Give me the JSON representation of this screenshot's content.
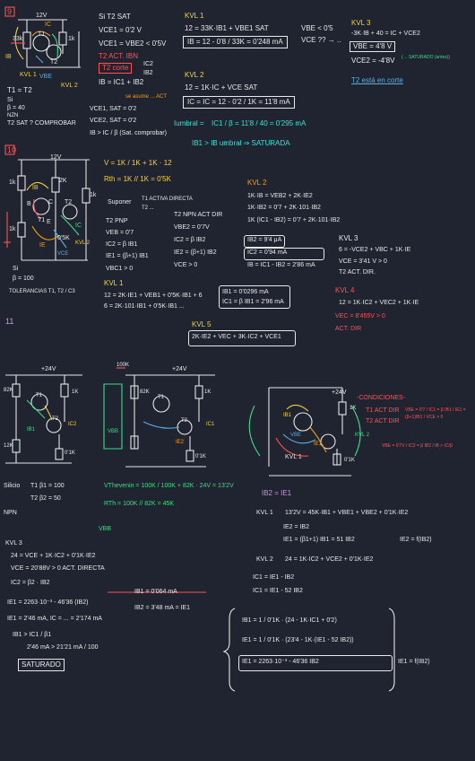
{
  "colors": {
    "background": "#1f2430",
    "white": "#e9e9e9",
    "yellow": "#f4d03f",
    "orange": "#f39c12",
    "red": "#ff5252",
    "green": "#3ddc84",
    "cyan": "#2ee6d6",
    "blue": "#5dade2",
    "purple": "#c39bd3"
  },
  "p9": {
    "number": "9",
    "circuit": {
      "vcc": "12V",
      "r_b": "33k",
      "r_c": "1k",
      "t1": "T1",
      "t2": "T2",
      "ib": "IB",
      "ic": "IC",
      "kvl1": "KVL 1",
      "kvl2": "KVL 2",
      "vbe": "VBE"
    },
    "given": {
      "t1_eq_t2": "T1 = T2",
      "si": "Si",
      "beta": "β = 40",
      "nzn": "NZN",
      "question": "T2 SAT ? COMPROBAR"
    },
    "assume": {
      "title": "Si T2 SAT",
      "vce1": "VCE1 = 0'2 V",
      "vce_rel": "VCE1 = VBE2 < 0'5V",
      "t2_act": "T2 ACT. IBN",
      "t2_corte": "T2 corte",
      "ic2": "IC2",
      "ib2": "IB2",
      "sum": "IB = IC1 + IB2"
    },
    "kvl1": {
      "title": "KVL 1",
      "eq": "12 = 33K·IB1 + VBE1 SAT",
      "fraction_line": "IB = 12 - 0'8 / 33K = 0'248 mA"
    },
    "sat_conditions": {
      "vce1": "VCE1, SAT = 0'2",
      "vce2": "VCE2, SAT = 0'2",
      "ib_cond": "IB > IC / β (Sat. comprobar)",
      "note": "se asume ... ACT"
    },
    "kvl2": {
      "title": "KVL 2",
      "eq": "12 = 1K·IC + VCE SAT",
      "result": "IC = IC = 12 - 0'2 / 1K = 11'8 mA"
    },
    "check": {
      "label": "Iumbral =",
      "value": "IC1 / β = 11'8 / 40 = 0'295 mA",
      "conclusion": "IB1 > IB umbral ⇒ SATURADA"
    },
    "right": {
      "vbe_cond": "VBE < 0'5",
      "vce_cond": "VCE ?? → ..",
      "kvl3": "KVL 3",
      "kvl3_eq": "-3K·IB + 40 = IC + VCE2",
      "vbe_val": "VBE = 4'8 V",
      "vce_result": "VCE2 = -4'8V",
      "vce_note": "(→ SATURADO (antes))",
      "conclusion": "T2 está en corte"
    }
  },
  "p10": {
    "number": "10",
    "circuit": {
      "vcc": "12V",
      "r1": "1k",
      "r2": "2K",
      "r3": "1k",
      "r4": "0'5K",
      "r5": "1k",
      "t1": "T1",
      "t2": "T2",
      "ib": "IB",
      "ic": "IC",
      "ie": "IE",
      "b": "B",
      "c": "C",
      "e": "E",
      "vce": "VCE",
      "kvl_label": "KVL 2"
    },
    "given": {
      "si": "Si",
      "beta": "β = 100",
      "question": "TOLERANCIAS  T1, T2 / C3"
    },
    "thevenin": {
      "vth": "V = 1K / 1K + 1K · 12",
      "rth": "Rth = 1K // 1K = 0'5K"
    },
    "assume": {
      "title": "Suponer",
      "t1": "T1 ACTIVA DIRECTA",
      "t2": "T2 ..."
    },
    "t2_pnp": {
      "title": "T2 PNP",
      "veb": "VEB = 0'7",
      "ic": "IC2 = β IB1",
      "ie": "IE1 = (β+1) IB1",
      "vbc": "VBC1 > 0"
    },
    "t2_conditions": {
      "title": "T2 NPN  ACT DIR",
      "vbe": "VBE2 = 0'7V",
      "ic": "IC2 = β IB2",
      "ie": "IE2 = (β+1) IB2",
      "vce": "VCE > 0"
    },
    "kvl1": {
      "title": "KVL 1",
      "eq1": "12 = 2K·IE1 + VEB1 + 0'5K·IB1 + 6",
      "eq2": "6 = 2K·101·IB1 + 0'5K·IB1 ..."
    },
    "results1": {
      "ib1": "IB1 = 0'0296 mA",
      "ic1": "IC1 = β IB1 = 2'96 mA"
    },
    "kvl2": {
      "title": "KVL 2",
      "eq1": "1K·IB = VEB2 + 2K·IE2",
      "eq2": "1K·IB2 = 0'7 + 2K·101·IB2",
      "eq3": "1K (IC1 - IB2) = 0'7 + 2K·101·IB2"
    },
    "results2": {
      "ib2": "IB2 = 9'4 μA",
      "ic2": "IC2 = 0'94 mA",
      "ib": "IB = IC1 - IB2 = 2'86 mA"
    },
    "kvl3": {
      "title": "KVL 3",
      "eq": "6 = -VCE2 + VBC + 1K·IE",
      "vce": "VCE = 3'41 V > 0",
      "conclusion": "T2 ACT. DIR."
    },
    "kvl4": {
      "title": "KVL 4",
      "eq": "12 = 1K·IC2 + VEC2 + 1K·IE",
      "vec": "VEC = 8'455V > 0",
      "conclusion": "ACT. DIR"
    },
    "kvl5": {
      "title": "KVL 5",
      "eq": "2K·IE2 + VEC + 3K·IC2 + VCE1"
    }
  },
  "p11": {
    "number": "11",
    "circuit": {
      "vcc": "+24V",
      "r1": "82K",
      "r2": "1K",
      "r3": "12K",
      "r4": "0'1K",
      "r5": "100K",
      "r6": "0'1K",
      "t1": "T1",
      "t2": "T2",
      "vbb": "VBB",
      "ic1": "IC1",
      "ic2": "IC2",
      "ib1": "IB1",
      "ib2": "IB2",
      "ie1": "IE1",
      "ie2": "IE2",
      "kvl1": "KVL 1",
      "kvl2": "KVL 2",
      "vbe": "VBE"
    },
    "given": {
      "si": "Silicio",
      "t1": "T1 β1 = 100",
      "t2": "T2 β2 = 50",
      "npn": "NPN"
    },
    "thevenin": {
      "vth": "VThevenin = 100K / 100K + 82K · 24V = 13'2V",
      "rth": "RTh = 100K // 82K = 45K",
      "vbb": "VBB"
    },
    "conditions": {
      "header": "-CONDICIONES-",
      "t1": "T1 ACT DIR",
      "t2": "T2 ACT DIR",
      "t1_list": "VBE = 0'7 / IC1 = β IB1 / IE1 = (β+1)IB1 / VCE > 0",
      "t2_list": "VBE = 0'7V / IC2 = β IB2 / IB > IC/β"
    },
    "relation": "IB2 = IE1",
    "kvl1": {
      "title": "KVL 1",
      "eq1": "13'2V = 45K·IB1 + VBE1 + VBE2 + 0'1K·IE2",
      "eq2": "IE2 = IB2",
      "eq3": "IE1 = (β1+1) IB1 = 51 IB2",
      "func": "IE2 = f(IB2)"
    },
    "kvl2": {
      "title": "KVL 2",
      "eq": "24 = 1K·IC2 + VCE2 + 0'1K·IE2",
      "ic1": "IC1 = IE1 - IB2",
      "ic2": "IC1 = IE1 - 52 IB2"
    },
    "matrix": {
      "rows": [
        "IB1 = 1 / 0'1K · (24 - 1K·IC1 + 0'2)",
        "IE1 = 1 / 0'1K · (23'4 - 1K·(IE1 - 52 IB2))"
      ],
      "result": "IE1 = 2263·10⁻³ - 46'36 IB2",
      "func": "IE1 = f(IB2)"
    },
    "kvl3": {
      "title": "KVL 3",
      "eq1": "24 = VCE + 1K·IC2 + 0'1K·IE2",
      "eq2": "VCE = 20'88V > 0  ACT. DIRECTA",
      "eq3": "IC2 = β2 · IB2",
      "eq4": "IE1 = 2263·10⁻³ - 46'36 (IB2)",
      "eq5": "IE1 = 2'46 mA, IC = ... = 2'174 mA",
      "eq6": "IB1 > IC1 / β1",
      "eq7": "2'46 mA > 21'21 mA / 100"
    },
    "currents": {
      "ib1": "IB1 = 0'064 mA",
      "ib2": "IB2 = 3'48 mA = IE1"
    },
    "saturated": "SATURADO"
  }
}
